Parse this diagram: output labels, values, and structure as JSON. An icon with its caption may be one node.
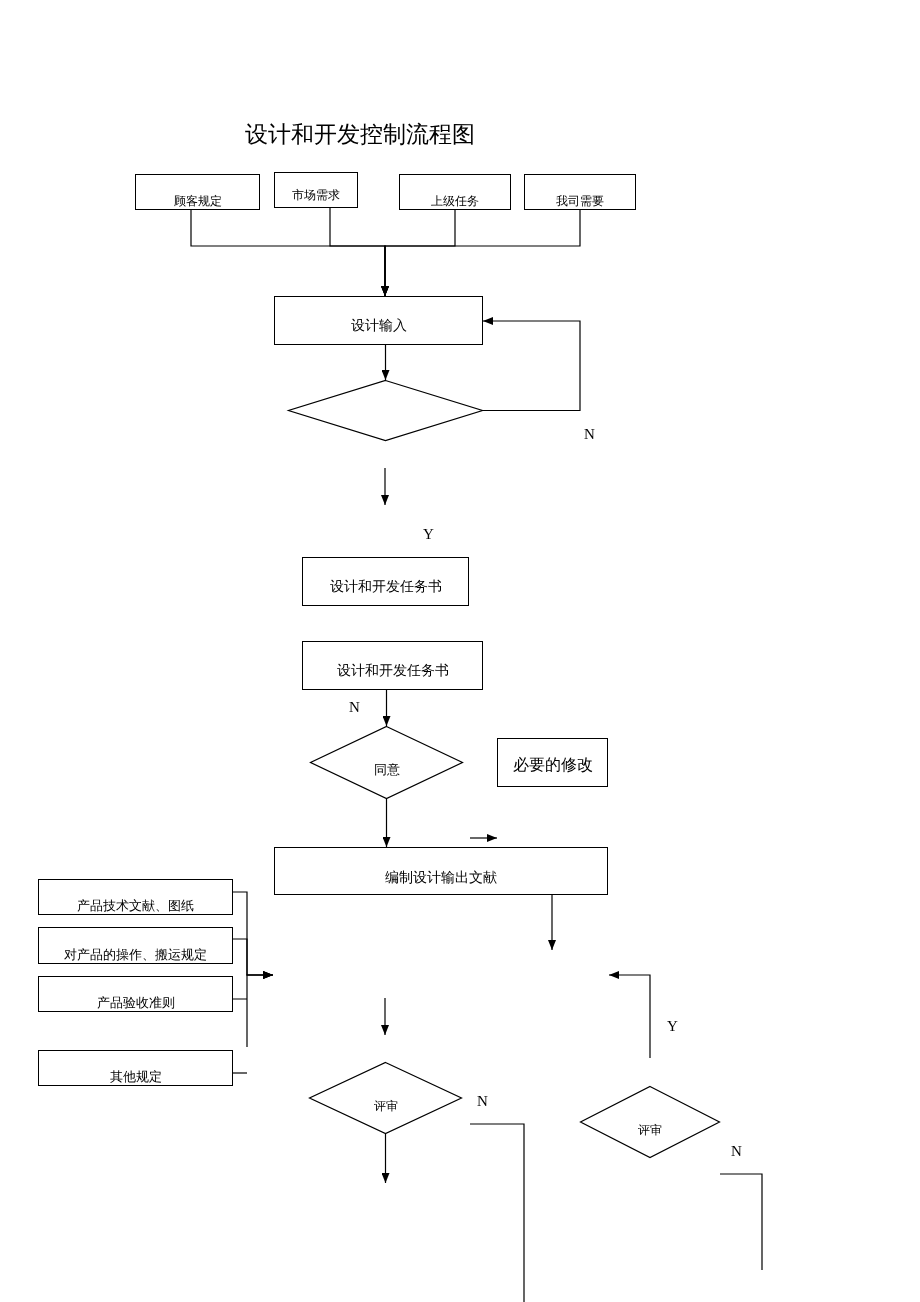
{
  "diagram": {
    "title": "设计和开发控制流程图",
    "nodes": [
      {
        "text": [
          "顾客规定"
        ]
      },
      {
        "text": [
          "市场需求"
        ]
      },
      {
        "text": [
          "上级任务"
        ]
      },
      {
        "text": [
          "我司需要"
        ]
      },
      {
        "text": [
          "设计输入"
        ]
      },
      {
        "text": [],
        "shape": "diamond"
      },
      {
        "text": [
          "设计和开发任务书"
        ]
      },
      {
        "text": [
          "设计和开发任务书"
        ]
      },
      {
        "text": [
          "同意"
        ]
      },
      {
        "text": [
          "必要的修改"
        ]
      },
      {
        "text": [
          "编制设计输出文献"
        ]
      },
      {
        "text": [
          "产品技术文献、图纸"
        ]
      },
      {
        "text": [
          "对产品的操作、搬运规定"
        ]
      },
      {
        "text": [
          "产品验收准则"
        ]
      },
      {
        "text": [
          "其他规定"
        ]
      },
      {
        "text": [
          "评审"
        ]
      },
      {
        "text": [
          "评审"
        ]
      }
    ],
    "edges": [
      {
        "from": 0,
        "to": 4,
        "arrow": "to"
      },
      {
        "from": 1,
        "to": 4,
        "arrow": "to"
      },
      {
        "from": 2,
        "to": 4,
        "arrow": "to"
      },
      {
        "from": 3,
        "to": 4,
        "arrow": "to"
      },
      {
        "from": 4,
        "to": 5,
        "arrow": "to"
      },
      {
        "from": 5,
        "to": 4,
        "arrow": "to"
      },
      {
        "from": 7,
        "to": 8,
        "arrow": "to"
      },
      {
        "from": 8,
        "to": 10,
        "arrow": "to"
      },
      {
        "from": 10,
        "to": null,
        "arrow": "to"
      },
      {
        "from": 11,
        "to": null,
        "arrow": "to"
      },
      {
        "from": 12,
        "to": null,
        "arrow": "to"
      },
      {
        "from": 13,
        "to": null,
        "arrow": "to"
      },
      {
        "from": 14,
        "to": null,
        "arrow": "none"
      },
      {
        "from": 15,
        "to": null,
        "arrow": "to"
      }
    ],
    "labels": [
      "N",
      "Y",
      "N",
      "Y",
      "N",
      "N"
    ]
  }
}
